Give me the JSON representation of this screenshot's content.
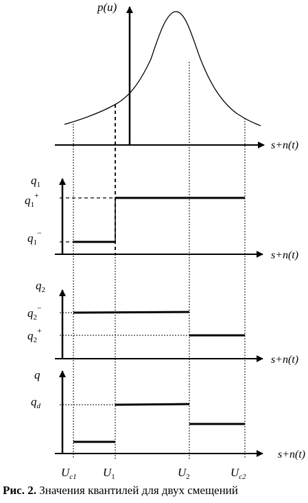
{
  "figure": {
    "density_label": "p(u)",
    "axis_label": "s+n(t)",
    "panels": [
      {
        "label": "q",
        "sub": "1",
        "levels": [
          {
            "base": "q",
            "sub": "1",
            "sup": "+"
          },
          {
            "base": "q",
            "sub": "1",
            "sup": "−"
          }
        ]
      },
      {
        "label": "q",
        "sub": "2",
        "levels": [
          {
            "base": "q",
            "sub": "2",
            "sup": "−"
          },
          {
            "base": "q",
            "sub": "2",
            "sup": "+"
          }
        ]
      },
      {
        "label": "q",
        "sub": "",
        "levels": [
          {
            "base": "q",
            "sub": "d",
            "sup": ""
          }
        ]
      }
    ],
    "x_ticks": [
      {
        "base": "U",
        "sub": "c1"
      },
      {
        "base": "U",
        "sub": "1"
      },
      {
        "base": "U",
        "sub": "2"
      },
      {
        "base": "U",
        "sub": "c2"
      }
    ]
  },
  "caption": {
    "prefix": "Рис. 2.",
    "text": "Значения квантилей для двух смещений"
  }
}
